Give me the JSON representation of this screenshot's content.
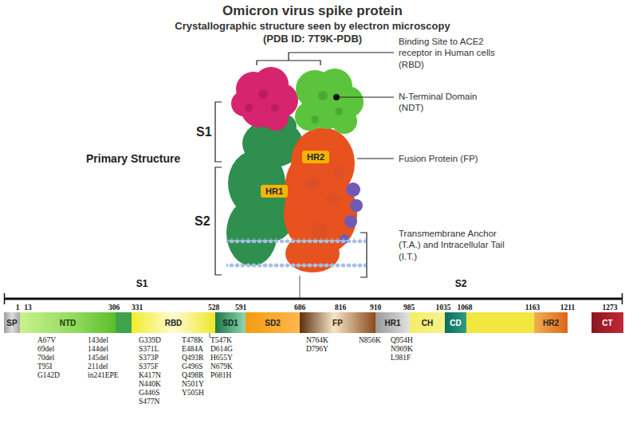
{
  "diagram": {
    "title": "Omicron virus spike protein",
    "nodes": [
      {
        "text": [
          "HR1"
        ]
      },
      {
        "text": [
          "HR2"
        ]
      },
      {
        "text": [
          "SP"
        ]
      },
      {
        "text": [
          "NTD"
        ]
      },
      {
        "text": [
          "RBD"
        ]
      },
      {
        "text": [
          "SD1"
        ]
      },
      {
        "text": [
          "SD2"
        ]
      },
      {
        "text": [
          "FP"
        ]
      },
      {
        "text": [
          "HR1"
        ]
      },
      {
        "text": [
          "CH"
        ]
      },
      {
        "text": [
          "CD"
        ]
      },
      {
        "text": [
          "HR2"
        ]
      },
      {
        "text": [
          "CT"
        ]
      }
    ],
    "labels": [
      "Crystallographic structure seen by electron microscopy",
      "(PDB ID: 7T9K-PDB)",
      "Binding Site to ACE2 receptor in Human cells (RBD)",
      "N-Terminal Domain (NDT)",
      "Fusion Protein (FP)",
      "Transmembrane Anchor (T.A.) and Intracellular Tail (I.T.)",
      "Primary Structure",
      "S1",
      "S2",
      "S1",
      "S2",
      "1",
      "13",
      "306",
      "331",
      "528",
      "591",
      "686",
      "816",
      "910",
      "985",
      "1035",
      "1068",
      "1163",
      "1211",
      "1273",
      "A67V",
      "69del",
      "70del",
      "T95I",
      "G142D",
      "143del",
      "144del",
      "145del",
      "211del",
      "in241EPE",
      "G339D",
      "S371L",
      "S373P",
      "S375F",
      "K417N",
      "N440K",
      "G446S",
      "S477N",
      "T478K",
      "E484A",
      "Q493R",
      "G496S",
      "Q498R",
      "N501Y",
      "Y505H",
      "T547K",
      "D614G",
      "H655Y",
      "N679K",
      "P681H",
      "N764K",
      "D796Y",
      "N856K",
      "Q954H",
      "N969K",
      "L981F"
    ]
  }
}
